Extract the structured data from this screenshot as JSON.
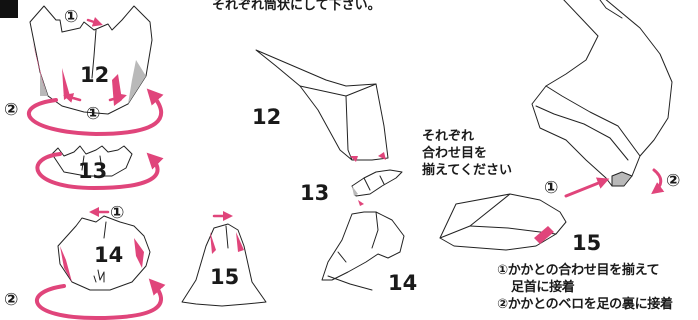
{
  "accent_color": "#e0457b",
  "shading_color": "#b9b9b9",
  "top_note": "それぞれ筒状にして下さい。",
  "side_note": [
    "それぞれ",
    "合わせ目を",
    "揃えてください"
  ],
  "instructions": [
    "①かかとの合わせ目を揃えて",
    "足首に接着",
    "②かかとのベロを足の裏に接着"
  ],
  "markers": {
    "circle_1": "①",
    "circle_2": "②"
  },
  "step_labels": {
    "left_12": "12",
    "left_13": "13",
    "left_14": "14",
    "left_15": "15",
    "mid_12": "12",
    "mid_13": "13",
    "mid_14": "14",
    "right_15": "15"
  }
}
